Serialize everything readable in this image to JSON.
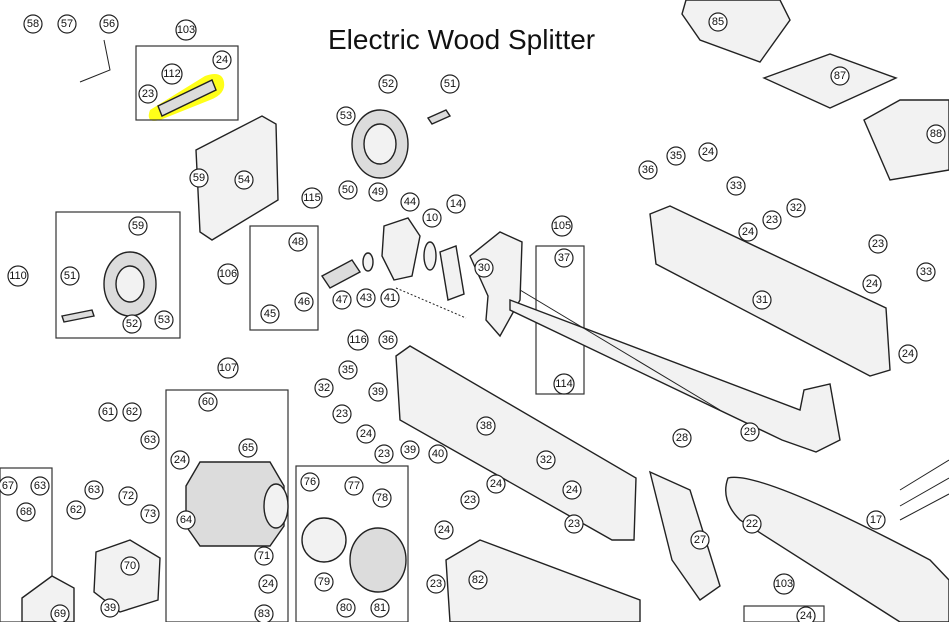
{
  "title": "Electric Wood Splitter",
  "highlight_color": "#ffff00",
  "callouts": [
    "58",
    "57",
    "56",
    "103",
    "24",
    "112",
    "23",
    "85",
    "87",
    "88",
    "52",
    "51",
    "53",
    "59",
    "54",
    "36",
    "35",
    "24",
    "33",
    "32",
    "23",
    "24",
    "50",
    "49",
    "115",
    "44",
    "10",
    "14",
    "105",
    "37",
    "110",
    "51",
    "59",
    "52",
    "53",
    "106",
    "48",
    "45",
    "46",
    "47",
    "43",
    "41",
    "30",
    "23",
    "24",
    "33",
    "31",
    "24",
    "116",
    "36",
    "35",
    "32",
    "23",
    "39",
    "24",
    "23",
    "39",
    "40",
    "38",
    "114",
    "29",
    "107",
    "60",
    "65",
    "24",
    "64",
    "71",
    "24",
    "83",
    "61",
    "62",
    "63",
    "67",
    "63",
    "68",
    "62",
    "63",
    "72",
    "73",
    "70",
    "69",
    "39",
    "76",
    "77",
    "78",
    "79",
    "80",
    "81",
    "32",
    "24",
    "24",
    "23",
    "23",
    "24",
    "82",
    "23",
    "28",
    "27",
    "22",
    "17",
    "103",
    "24"
  ]
}
